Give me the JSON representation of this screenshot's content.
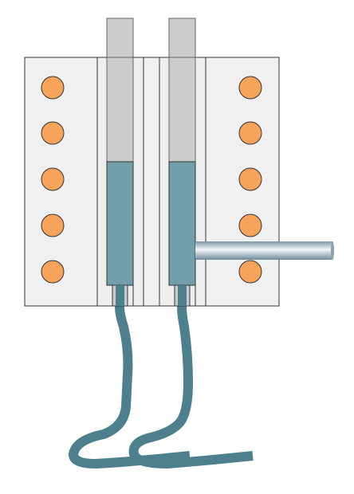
{
  "diagram": {
    "colors": {
      "background": "#ffffff",
      "block_fill": "#f0f0f0",
      "block_stroke": "#333333",
      "tube_fill": "#ececec",
      "plunger_fill": "#cccccc",
      "plunger_stroke": "#666666",
      "sample_fill": "#739eab",
      "sample_stroke": "#333333",
      "hose_color": "#4d7f8c",
      "heater_fill": "#f7a35c",
      "heater_stroke": "#333333",
      "rod_highlight": "#f2f6f8",
      "rod_shadow": "#7c98a6"
    },
    "heater_count_per_side": 5,
    "channel_count": 2,
    "components": [
      {
        "id": "heating-block",
        "icon": "block"
      },
      {
        "id": "heater-elements",
        "icon": "circle"
      },
      {
        "id": "sample-channels",
        "icon": "tube"
      },
      {
        "id": "plungers",
        "icon": "rectangle"
      },
      {
        "id": "flexible-tubes",
        "icon": "hose"
      },
      {
        "id": "sensor-rod",
        "icon": "cylinder"
      }
    ]
  }
}
